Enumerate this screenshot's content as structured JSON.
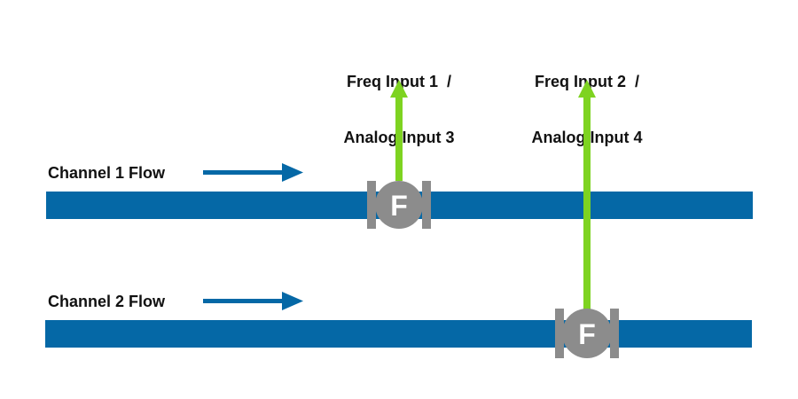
{
  "colors": {
    "pipe": "#0568a6",
    "flow_arrow": "#0568a6",
    "signal_arrow": "#7ed321",
    "meter": "#8c8c8c",
    "meter_text": "#ffffff",
    "text": "#111111"
  },
  "channels": [
    {
      "label": "Channel 1 Flow",
      "meter_symbol": "F",
      "meter_icon": "flow-meter-icon",
      "output_line1": "Freq Input 1  /",
      "output_line2": "Analog Input 3"
    },
    {
      "label": "Channel 2 Flow",
      "meter_symbol": "F",
      "meter_icon": "flow-meter-icon",
      "output_line1": "Freq Input 2  /",
      "output_line2": "Analog Input 4"
    }
  ]
}
